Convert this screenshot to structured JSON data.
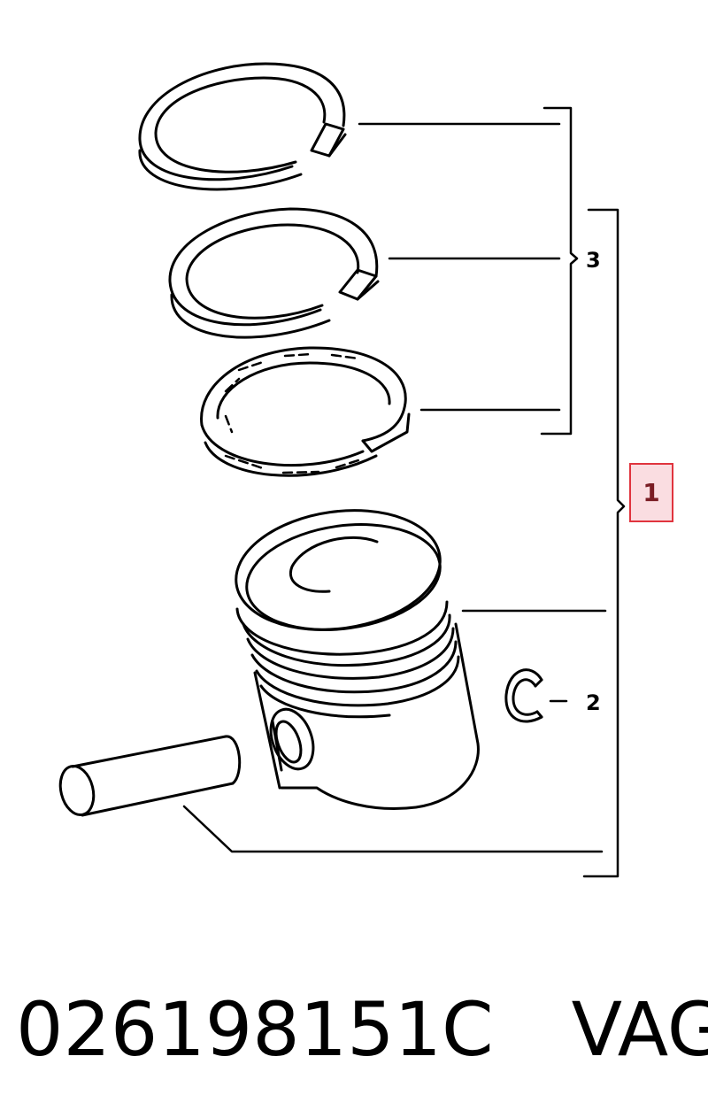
{
  "diagram": {
    "callouts": {
      "piston_assembly": "1",
      "circlip": "2",
      "piston_rings": "3"
    }
  },
  "caption": {
    "part_number": "026198151C",
    "brand": "VAG"
  },
  "colors": {
    "line": "#000000",
    "highlight_fill": "#fadde1",
    "highlight_border": "#e0343e"
  }
}
